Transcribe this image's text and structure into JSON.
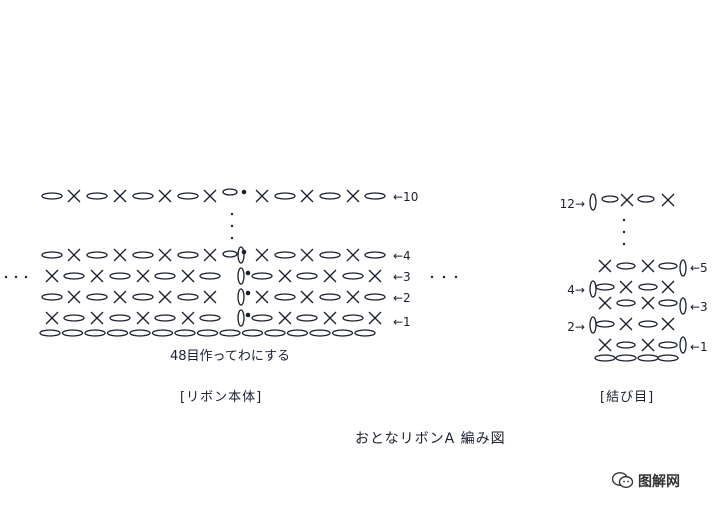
{
  "ribbon_body": {
    "caption": "[リボン本体]",
    "note": "48目作ってわにする",
    "row_labels": [
      "←10",
      "←4",
      "←3",
      "←2",
      "←1"
    ],
    "continuation": "· · ·"
  },
  "knot": {
    "caption": "[結び目]",
    "left_labels": [
      "12→",
      "4→",
      "2→"
    ],
    "right_labels": [
      "←5",
      "←3",
      "←1"
    ]
  },
  "title": "おとなリボンA 編み図",
  "watermark": {
    "icon": "wechat-icon",
    "text": "图解网"
  }
}
